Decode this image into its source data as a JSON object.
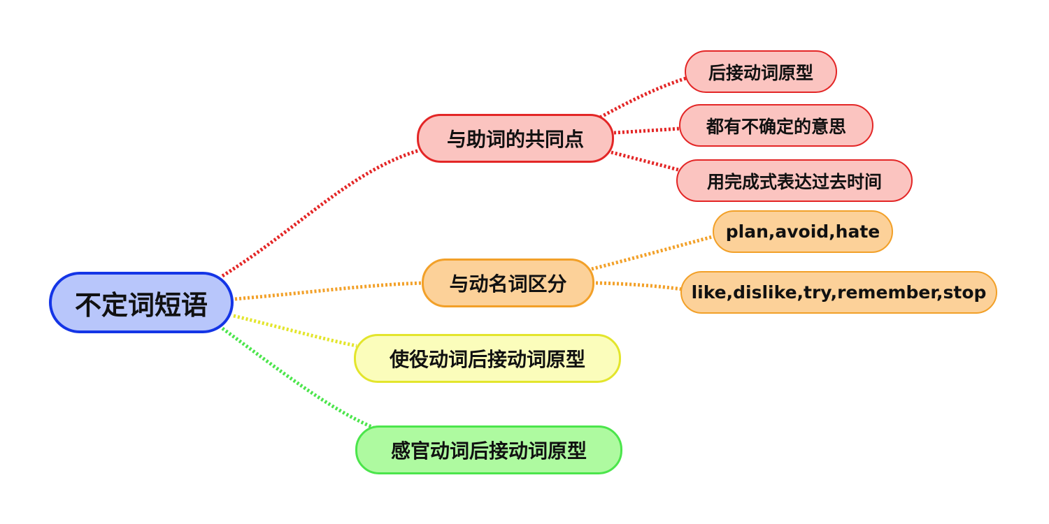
{
  "root": {
    "label": "不定词短语",
    "color": "#1435e6",
    "fill": "#b8c6fb"
  },
  "branches": [
    {
      "label": "与助词的共同点",
      "color": "#e32626",
      "children": [
        "后接动词原型",
        "都有不确定的意思",
        "用完成式表达过去时间"
      ]
    },
    {
      "label": "与动名词区分",
      "color": "#f2a028",
      "children": [
        "plan,avoid,hate",
        "like,dislike,try,remember,stop"
      ]
    },
    {
      "label": "使役动词后接动词原型",
      "color": "#e3e52c",
      "children": []
    },
    {
      "label": "感官动词后接动词原型",
      "color": "#4be54b",
      "children": []
    }
  ]
}
